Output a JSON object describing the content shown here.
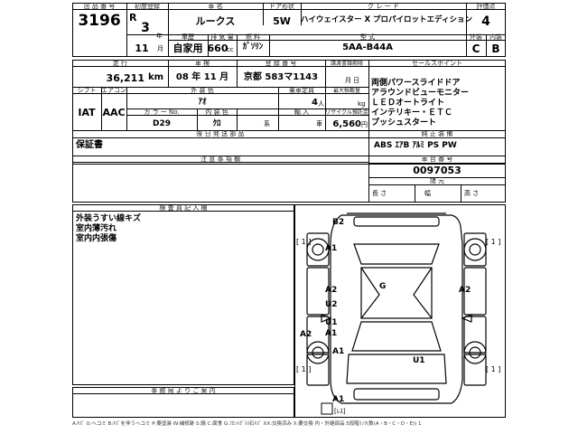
{
  "header": {
    "lot_no_label": "出 品 番 号",
    "lot_no": "3196",
    "first_reg_label": "初度登録",
    "era": "R",
    "year": "3",
    "year_unit": "年",
    "month": "11",
    "month_unit": "月",
    "car_name_label": "車 名",
    "car_name": "ルークス",
    "door_label": "ドア形状",
    "door": "5W",
    "grade_label": "グ レ ー ド",
    "grade": "ハイウェイスター X プロパイロットエディション",
    "score_label": "評価点",
    "score": "4",
    "usage_label": "車歴",
    "usage": "自家用",
    "displacement_label": "排 気 量",
    "displacement": "660",
    "displacement_unit": "cc",
    "fuel_label": "燃 料",
    "fuel": "ｶﾞｿﾘﾝ",
    "model_label": "型 式",
    "model": "5AA-B44A",
    "exterior_label": "外装",
    "exterior": "C",
    "interior_label": "内装",
    "interior": "B"
  },
  "details": {
    "mileage_label": "走 行",
    "mileage": "36,211",
    "mileage_unit": "km",
    "inspection_label": "車 検",
    "inspection": "08 年 11 月",
    "plate_label": "登 録 番 号",
    "plate": "京都 583マ1143",
    "transfer_label": "譲渡書類期限",
    "transfer_unit": "月 日",
    "shift_label": "シフト",
    "shift": "IAT",
    "ac_label": "エアコン",
    "ac": "AAC",
    "color_label": "外 装 色",
    "color": "ｱｵ",
    "capacity_label": "乗車定員",
    "capacity": "4",
    "capacity_unit": "人",
    "load_label": "最大積載量",
    "load_unit": "kg",
    "color_no_label": "カ ラ ー No.",
    "color_no": "D29",
    "int_color_label": "内 装 色",
    "int_color": "ｸﾛ",
    "int_color_unit": "系",
    "import_label": "輸 入",
    "import_unit": "車",
    "recycle_label": "リサイクル預託金",
    "recycle": "6,560",
    "recycle_unit": "円",
    "docs_label": "後 日 発 送 部 品",
    "docs": "保証書"
  },
  "sales_points": {
    "label": "セールスポイント",
    "items": [
      "両側パワースライドドア",
      "アラウンドビューモニター",
      "ＬＥＤオートライト",
      "インテリキー・ＥＴＣ",
      "プッシュスタート"
    ]
  },
  "equipment": {
    "label": "純 正 装 備",
    "items": "ABS ｴｱB ｱﾙﾐ PS PW"
  },
  "chassis": {
    "label": "車 台 番 号",
    "value": "0097053",
    "dim_label": "諸 元",
    "length_label": "長 さ",
    "width_label": "幅",
    "height_label": "高 さ"
  },
  "notes": {
    "caution_label": "注 意 事 項 欄",
    "inspector_label": "検 査 員 記 入 欄",
    "inspector_lines": [
      "外装うすい線キズ",
      "室内薄汚れ",
      "室内内張傷"
    ],
    "office_label": "事 務 局 よ り ご 案 内"
  },
  "diagram": {
    "marks": [
      {
        "id": "b2-rear",
        "text": "B2"
      },
      {
        "id": "a1-right-rear-fender",
        "text": "A1"
      },
      {
        "id": "g-roof",
        "text": "G"
      },
      {
        "id": "a2-right-rear-door",
        "text": "A2"
      },
      {
        "id": "u2-right-rear-door",
        "text": "U2"
      },
      {
        "id": "a2-left-side",
        "text": "A2"
      },
      {
        "id": "u1-right-front-door",
        "text": "U1"
      },
      {
        "id": "a1-right-front-door",
        "text": "A1"
      },
      {
        "id": "a2-right-front",
        "text": "A2"
      },
      {
        "id": "a1-right-front-fender",
        "text": "A1"
      },
      {
        "id": "u1-hood",
        "text": "U1"
      },
      {
        "id": "a1-front-bumper",
        "text": "A1"
      }
    ],
    "tire_tags": [
      "[ 1 ]",
      "[ 1 ]",
      "[ 1 ]",
      "[ 1 ]"
    ],
    "spare_label": "[ﾚｽ]"
  },
  "legend": "A:ｷｽﾞ U:ヘコミ B:ｷｽﾞを伴うヘコミ P:要塗装 W:補修跡 S:錆 C:腐食 G:ﾌﾛﾝﾄｶﾞﾗｽ石ｷｽﾞ XX:交換済み X:要交換 内・外継部品 5段階ﾗﾝｸ(数(A・B・C・D・E)) 1"
}
